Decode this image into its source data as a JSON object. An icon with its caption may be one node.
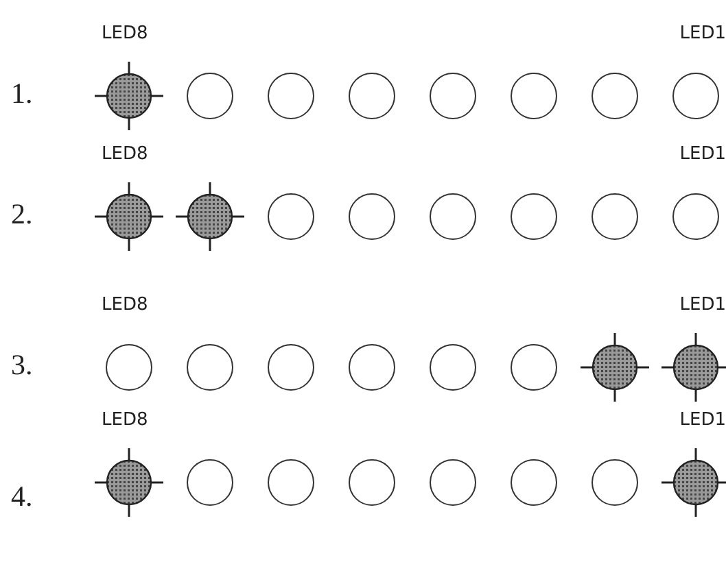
{
  "diagram": {
    "nodes": [
      {
        "text": [],
        "shape": "circle"
      },
      {
        "text": [],
        "shape": "circle"
      },
      {
        "text": [],
        "shape": "circle"
      },
      {
        "text": [],
        "shape": "circle"
      },
      {
        "text": [],
        "shape": "circle"
      },
      {
        "text": [],
        "shape": "circle"
      },
      {
        "text": [],
        "shape": "circle"
      },
      {
        "text": [],
        "shape": "circle"
      },
      {
        "text": [],
        "shape": "circle"
      },
      {
        "text": [],
        "shape": "circle"
      },
      {
        "text": [],
        "shape": "circle"
      },
      {
        "text": [],
        "shape": "circle"
      },
      {
        "text": [],
        "shape": "circle"
      },
      {
        "text": [],
        "shape": "circle"
      },
      {
        "text": [],
        "shape": "circle"
      },
      {
        "text": [],
        "shape": "circle"
      },
      {
        "text": [],
        "shape": "circle"
      },
      {
        "text": [],
        "shape": "circle"
      },
      {
        "text": [],
        "shape": "circle"
      },
      {
        "text": [],
        "shape": "circle"
      },
      {
        "text": [],
        "shape": "circle"
      },
      {
        "text": [],
        "shape": "circle"
      },
      {
        "text": [],
        "shape": "circle"
      },
      {
        "text": [],
        "shape": "circle"
      },
      {
        "text": [],
        "shape": "circle"
      },
      {
        "text": [],
        "shape": "circle"
      },
      {
        "text": [],
        "shape": "circle"
      },
      {
        "text": [],
        "shape": "circle"
      },
      {
        "text": [],
        "shape": "circle"
      },
      {
        "text": [],
        "shape": "circle"
      },
      {
        "text": [],
        "shape": "circle"
      },
      {
        "text": [],
        "shape": "circle"
      }
    ],
    "labels": [
      "LED8",
      "LED1",
      "1.",
      "LED8",
      "LED1",
      "2.",
      "LED8",
      "LED1",
      "3.",
      "LED8",
      "LED1",
      "4."
    ]
  }
}
